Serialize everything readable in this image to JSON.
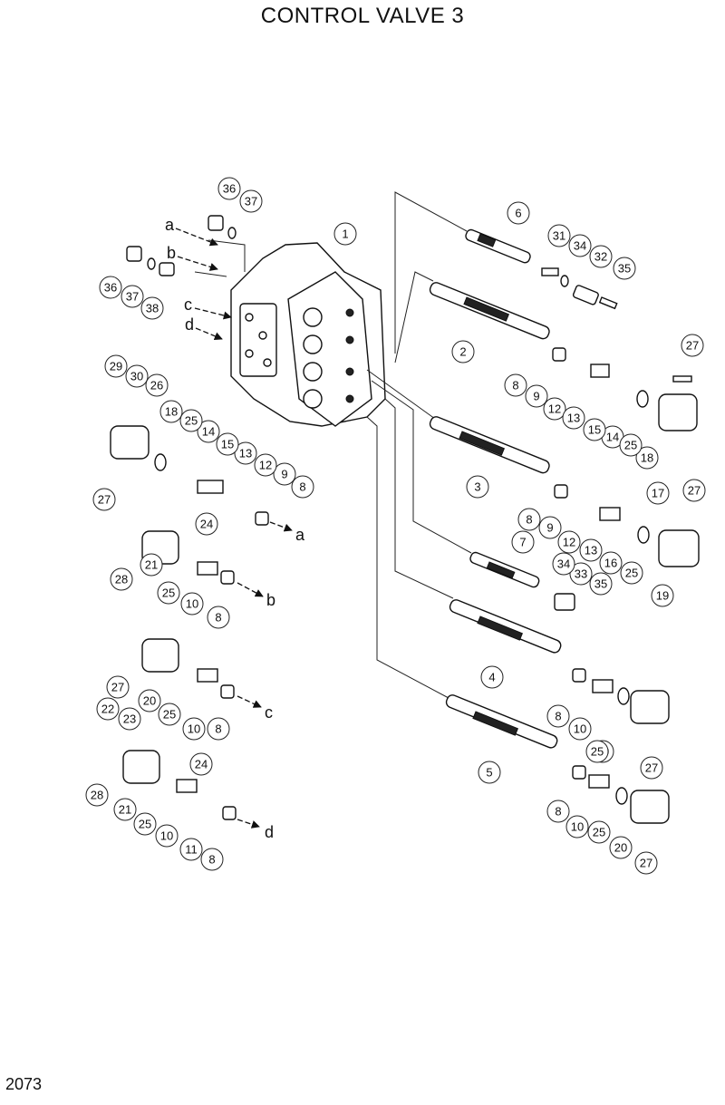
{
  "title": "CONTROL VALVE 3",
  "page_number": "2073",
  "port_labels": [
    "a",
    "b",
    "c",
    "d"
  ],
  "callout_numbers": [
    "1",
    "2",
    "3",
    "4",
    "5",
    "6",
    "7",
    "8",
    "9",
    "10",
    "11",
    "12",
    "13",
    "14",
    "15",
    "16",
    "17",
    "18",
    "19",
    "20",
    "21",
    "22",
    "23",
    "24",
    "25",
    "26",
    "27",
    "28",
    "29",
    "30",
    "31",
    "32",
    "33",
    "34",
    "35",
    "36",
    "37",
    "38"
  ]
}
